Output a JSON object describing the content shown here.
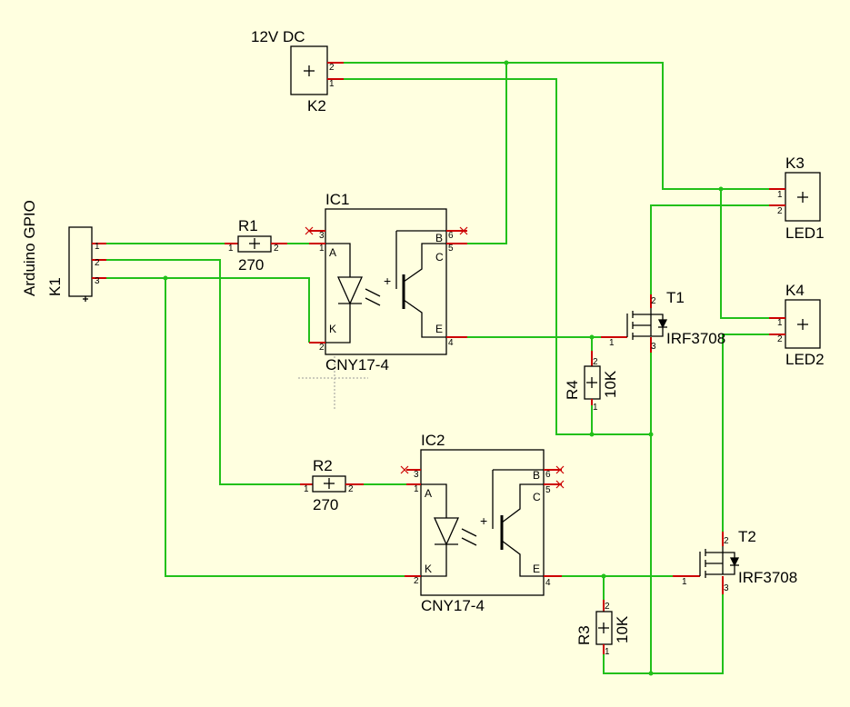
{
  "colors": {
    "background": "#ffffe0",
    "wire": "#22c01a",
    "pin_lead": "#cc0000",
    "symbol": "#000000"
  },
  "components": {
    "k1": {
      "ref": "K1",
      "value": "Arduino GPIO",
      "pins": [
        "1",
        "2",
        "3"
      ]
    },
    "k2": {
      "ref": "K2",
      "value": "12V DC",
      "pins": [
        "2",
        "1"
      ]
    },
    "k3": {
      "ref": "K3",
      "value": "LED1",
      "pins": [
        "1",
        "2"
      ]
    },
    "k4": {
      "ref": "K4",
      "value": "LED2",
      "pins": [
        "1",
        "2"
      ]
    },
    "r1": {
      "ref": "R1",
      "value": "270",
      "pins": [
        "1",
        "2"
      ]
    },
    "r2": {
      "ref": "R2",
      "value": "270",
      "pins": [
        "1",
        "2"
      ]
    },
    "r3": {
      "ref": "R3",
      "value": "10K",
      "pins": [
        "2",
        "1"
      ]
    },
    "r4": {
      "ref": "R4",
      "value": "10K",
      "pins": [
        "2",
        "1"
      ]
    },
    "ic1": {
      "ref": "IC1",
      "value": "CNY17-4",
      "pin_names": [
        "A",
        "K",
        "B",
        "C",
        "E"
      ],
      "pins": [
        "1",
        "2",
        "3",
        "4",
        "5",
        "6"
      ]
    },
    "ic2": {
      "ref": "IC2",
      "value": "CNY17-4",
      "pin_names": [
        "A",
        "K",
        "B",
        "C",
        "E"
      ],
      "pins": [
        "1",
        "2",
        "3",
        "4",
        "5",
        "6"
      ]
    },
    "t1": {
      "ref": "T1",
      "value": "IRF3708",
      "pins": [
        "1",
        "2",
        "3"
      ]
    },
    "t2": {
      "ref": "T2",
      "value": "IRF3708",
      "pins": [
        "1",
        "2",
        "3"
      ]
    }
  }
}
